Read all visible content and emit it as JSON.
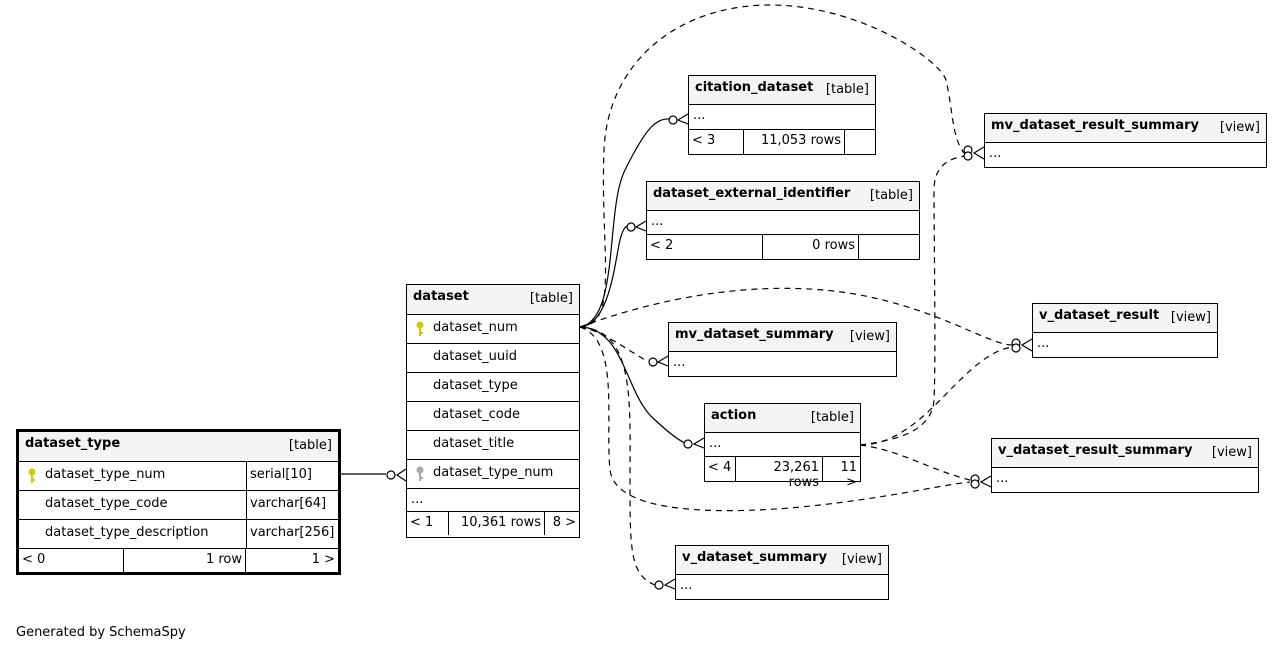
{
  "footer": "Generated by SchemaSpy",
  "entities": {
    "dataset_type": {
      "name": "dataset_type",
      "kind": "[table]",
      "columns": [
        {
          "name": "dataset_type_num",
          "type": "serial[10]"
        },
        {
          "name": "dataset_type_code",
          "type": "varchar[64]"
        },
        {
          "name": "dataset_type_description",
          "type": "varchar[256]"
        }
      ],
      "parents": "< 0",
      "rows": "1 row",
      "children": "1 >"
    },
    "dataset": {
      "name": "dataset",
      "kind": "[table]",
      "columns": [
        "dataset_num",
        "dataset_uuid",
        "dataset_type",
        "dataset_code",
        "dataset_title",
        "dataset_type_num"
      ],
      "more": "...",
      "parents": "< 1",
      "rows": "10,361 rows",
      "children": "8 >"
    },
    "citation_dataset": {
      "name": "citation_dataset",
      "kind": "[table]",
      "more": "...",
      "parents": "< 3",
      "rows": "11,053 rows",
      "children": ""
    },
    "dataset_external_identifier": {
      "name": "dataset_external_identifier",
      "kind": "[table]",
      "more": "...",
      "parents": "< 2",
      "rows": "0 rows",
      "children": ""
    },
    "mv_dataset_summary": {
      "name": "mv_dataset_summary",
      "kind": "[view]",
      "more": "..."
    },
    "action": {
      "name": "action",
      "kind": "[table]",
      "more": "...",
      "parents": "< 4",
      "rows": "23,261 rows",
      "children": "11 >"
    },
    "v_dataset_summary": {
      "name": "v_dataset_summary",
      "kind": "[view]",
      "more": "..."
    },
    "mv_dataset_result_summary": {
      "name": "mv_dataset_result_summary",
      "kind": "[view]",
      "more": "..."
    },
    "v_dataset_result": {
      "name": "v_dataset_result",
      "kind": "[view]",
      "more": "..."
    },
    "v_dataset_result_summary": {
      "name": "v_dataset_result_summary",
      "kind": "[view]",
      "more": "..."
    }
  },
  "colors": {
    "primary_key": "#d4c800",
    "foreign_key": "#aaaaaa",
    "header_bg": "#f4f4f4",
    "line": "#000000"
  },
  "icons": {
    "primary_key": "key-icon",
    "foreign_key": "key-icon"
  }
}
